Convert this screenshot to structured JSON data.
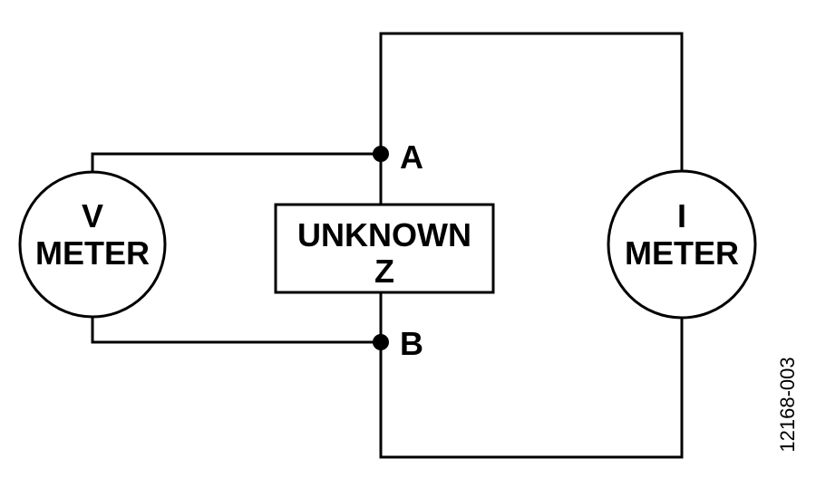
{
  "diagram": {
    "voltmeter": {
      "line1": "V",
      "line2": "METER"
    },
    "ammeter": {
      "line1": "I",
      "line2": "METER"
    },
    "impedance": {
      "line1": "UNKNOWN",
      "line2": "Z"
    },
    "node_a": "A",
    "node_b": "B",
    "figure_id": "12168-003"
  }
}
